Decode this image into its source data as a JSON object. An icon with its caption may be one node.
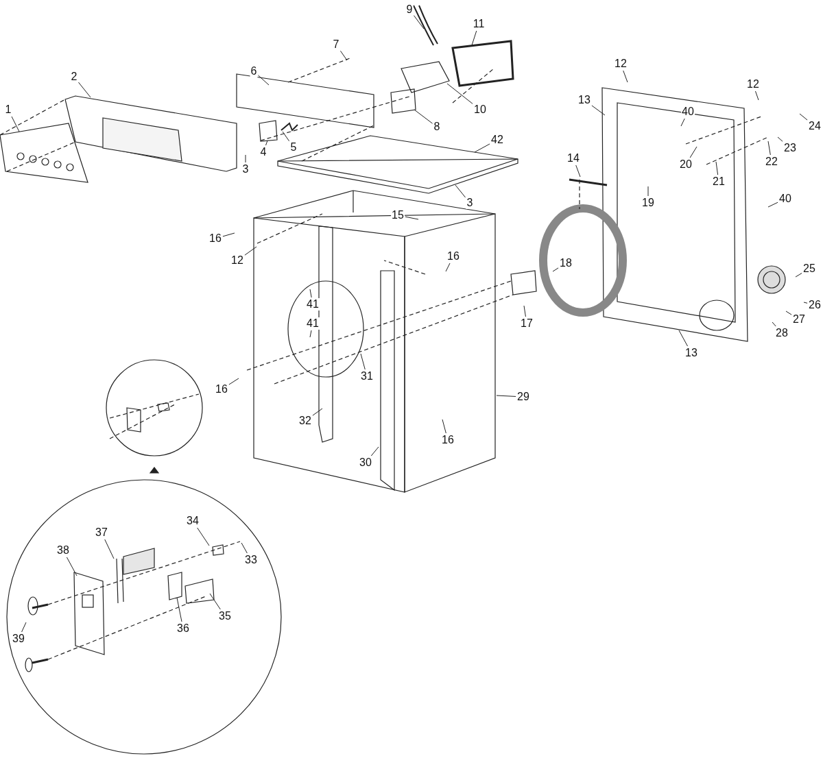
{
  "diagram": {
    "nodes": [
      {
        "text": [
          "1"
        ]
      },
      {
        "text": [
          "2"
        ]
      },
      {
        "text": [
          "9"
        ]
      },
      {
        "text": [
          "11"
        ]
      },
      {
        "text": [
          "7"
        ]
      },
      {
        "text": [
          "6"
        ]
      },
      {
        "text": [
          "12"
        ]
      },
      {
        "text": [
          "12"
        ]
      },
      {
        "text": [
          "13"
        ]
      },
      {
        "text": [
          "10"
        ]
      },
      {
        "text": [
          "40"
        ]
      },
      {
        "text": [
          "24"
        ]
      },
      {
        "text": [
          "8"
        ]
      },
      {
        "text": [
          "42"
        ]
      },
      {
        "text": [
          "4"
        ]
      },
      {
        "text": [
          "5"
        ]
      },
      {
        "text": [
          "23"
        ]
      },
      {
        "text": [
          "22"
        ]
      },
      {
        "text": [
          "20"
        ]
      },
      {
        "text": [
          "3"
        ]
      },
      {
        "text": [
          "21"
        ]
      },
      {
        "text": [
          "14"
        ]
      },
      {
        "text": [
          "3"
        ]
      },
      {
        "text": [
          "19"
        ]
      },
      {
        "text": [
          "40"
        ]
      },
      {
        "text": [
          "15"
        ]
      },
      {
        "text": [
          "16"
        ]
      },
      {
        "text": [
          "12"
        ]
      },
      {
        "text": [
          "16"
        ]
      },
      {
        "text": [
          "18"
        ]
      },
      {
        "text": [
          "25"
        ]
      },
      {
        "text": [
          "41"
        ]
      },
      {
        "text": [
          "26"
        ]
      },
      {
        "text": [
          "27"
        ]
      },
      {
        "text": [
          "17"
        ]
      },
      {
        "text": [
          "28"
        ]
      },
      {
        "text": [
          "13"
        ]
      },
      {
        "text": [
          "41"
        ]
      },
      {
        "text": [
          "31"
        ]
      },
      {
        "text": [
          "16"
        ]
      },
      {
        "text": [
          "29"
        ]
      },
      {
        "text": [
          "32"
        ]
      },
      {
        "text": [
          "16"
        ]
      },
      {
        "text": [
          "30"
        ]
      },
      {
        "text": [
          "34"
        ]
      },
      {
        "text": [
          "37"
        ]
      },
      {
        "text": [
          "38"
        ]
      },
      {
        "text": [
          "33"
        ]
      },
      {
        "text": [
          "35"
        ]
      },
      {
        "text": [
          "36"
        ]
      },
      {
        "text": [
          "39"
        ]
      }
    ],
    "edges": [
      {
        "from": 0,
        "to": null,
        "arrow": "none"
      },
      {
        "from": 1,
        "to": null,
        "arrow": "none"
      },
      {
        "from": 2,
        "to": null,
        "arrow": "none"
      },
      {
        "from": 3,
        "to": null,
        "arrow": "none"
      },
      {
        "from": 4,
        "to": null,
        "arrow": "none"
      },
      {
        "from": 5,
        "to": null,
        "arrow": "none"
      },
      {
        "from": 6,
        "to": null,
        "arrow": "none"
      },
      {
        "from": 7,
        "to": null,
        "arrow": "none"
      },
      {
        "from": 8,
        "to": null,
        "arrow": "none"
      },
      {
        "from": 9,
        "to": null,
        "arrow": "none"
      },
      {
        "from": 10,
        "to": null,
        "arrow": "none"
      },
      {
        "from": 11,
        "to": null,
        "arrow": "none"
      },
      {
        "from": 12,
        "to": null,
        "arrow": "none"
      },
      {
        "from": 13,
        "to": null,
        "arrow": "none"
      },
      {
        "from": 14,
        "to": null,
        "arrow": "none"
      },
      {
        "from": 15,
        "to": null,
        "arrow": "none"
      },
      {
        "from": 16,
        "to": null,
        "arrow": "none"
      },
      {
        "from": 17,
        "to": null,
        "arrow": "none"
      },
      {
        "from": 18,
        "to": null,
        "arrow": "none"
      },
      {
        "from": 19,
        "to": null,
        "arrow": "none"
      },
      {
        "from": 20,
        "to": null,
        "arrow": "none"
      },
      {
        "from": 21,
        "to": null,
        "arrow": "none"
      },
      {
        "from": 22,
        "to": null,
        "arrow": "none"
      },
      {
        "from": 23,
        "to": null,
        "arrow": "none"
      },
      {
        "from": 24,
        "to": null,
        "arrow": "none"
      },
      {
        "from": 25,
        "to": null,
        "arrow": "none"
      },
      {
        "from": 26,
        "to": null,
        "arrow": "none"
      },
      {
        "from": 27,
        "to": null,
        "arrow": "none"
      },
      {
        "from": 28,
        "to": null,
        "arrow": "none"
      },
      {
        "from": 29,
        "to": null,
        "arrow": "none"
      },
      {
        "from": 30,
        "to": null,
        "arrow": "none"
      },
      {
        "from": 31,
        "to": null,
        "arrow": "none"
      },
      {
        "from": 32,
        "to": null,
        "arrow": "none"
      },
      {
        "from": 33,
        "to": null,
        "arrow": "none"
      },
      {
        "from": 34,
        "to": null,
        "arrow": "none"
      },
      {
        "from": 35,
        "to": null,
        "arrow": "none"
      },
      {
        "from": 36,
        "to": null,
        "arrow": "none"
      },
      {
        "from": 37,
        "to": null,
        "arrow": "none"
      },
      {
        "from": 38,
        "to": null,
        "arrow": "none"
      },
      {
        "from": 39,
        "to": null,
        "arrow": "none"
      },
      {
        "from": 40,
        "to": null,
        "arrow": "none"
      },
      {
        "from": 41,
        "to": null,
        "arrow": "none"
      },
      {
        "from": 42,
        "to": null,
        "arrow": "none"
      },
      {
        "from": 43,
        "to": null,
        "arrow": "none"
      },
      {
        "from": 44,
        "to": null,
        "arrow": "none"
      },
      {
        "from": 45,
        "to": null,
        "arrow": "none"
      },
      {
        "from": 46,
        "to": null,
        "arrow": "none"
      },
      {
        "from": 47,
        "to": null,
        "arrow": "none"
      },
      {
        "from": 48,
        "to": null,
        "arrow": "none"
      },
      {
        "from": 49,
        "to": null,
        "arrow": "none"
      },
      {
        "from": 50,
        "to": null,
        "arrow": "none"
      }
    ]
  }
}
